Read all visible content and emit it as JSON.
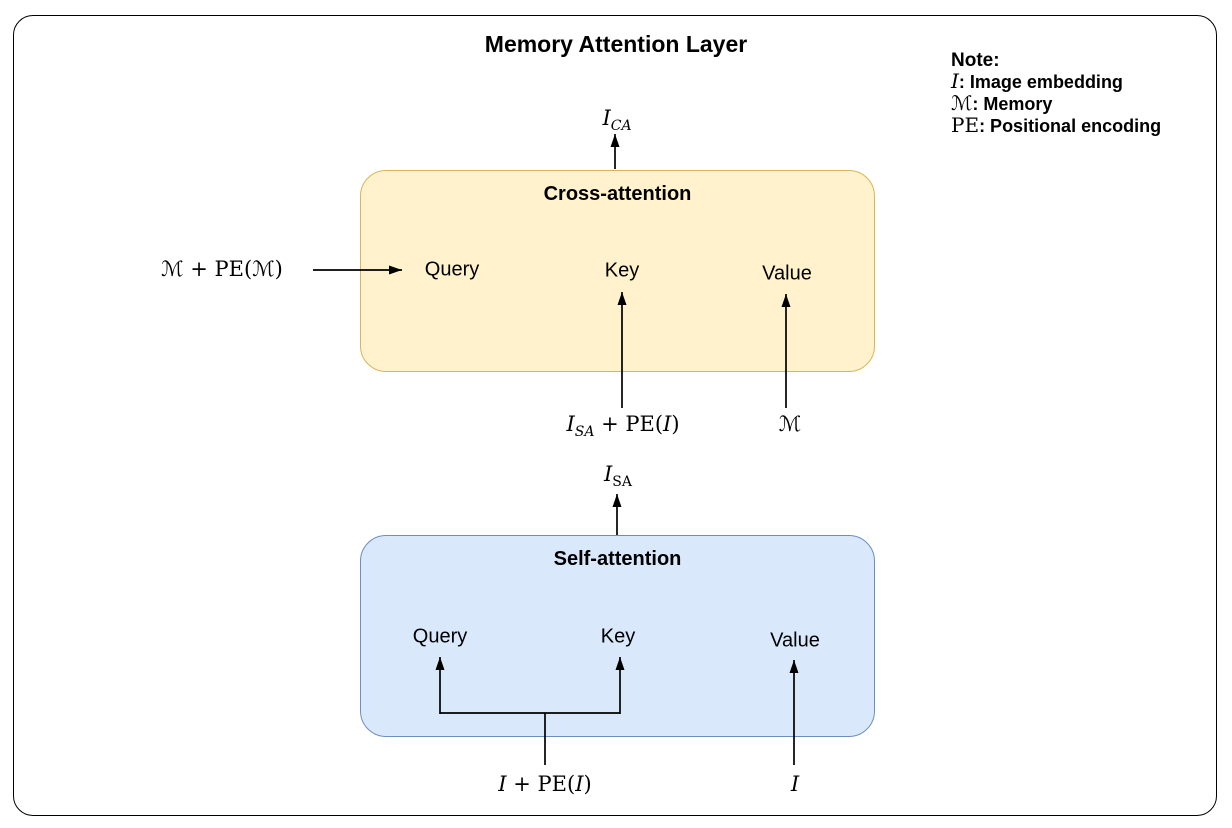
{
  "title": "Memory Attention Layer",
  "note": {
    "heading": "Note:",
    "items": [
      {
        "symbol": "I",
        "desc": ": Image embedding"
      },
      {
        "symbol": "ℳ",
        "desc": ": Memory"
      },
      {
        "symbol": "PE",
        "desc": ": Positional encoding"
      }
    ]
  },
  "colors": {
    "cross_attention_fill": "#FFF2CC",
    "cross_attention_border": "#D6B656",
    "self_attention_fill": "#DAE8FC",
    "self_attention_border": "#6C8EBF",
    "line": "#000000"
  },
  "cross_attention": {
    "title": "Cross-attention",
    "ports": {
      "query": "Query",
      "key": "Key",
      "value": "Value"
    },
    "output": {
      "base": "I",
      "sub": "CA"
    },
    "inputs": {
      "query": "ℳ + PE(ℳ)",
      "key": {
        "base": "I",
        "sub": "SA",
        "plus": " + PE(",
        "arg": "I",
        "close": ")"
      },
      "value": "ℳ"
    }
  },
  "self_attention": {
    "title": "Self-attention",
    "ports": {
      "query": "Query",
      "key": "Key",
      "value": "Value"
    },
    "output": {
      "base": "I",
      "sub": "SA"
    },
    "inputs": {
      "query_key": {
        "base": "I",
        "plus": " + PE(",
        "arg": "I",
        "close": ")"
      },
      "value": "I"
    }
  }
}
